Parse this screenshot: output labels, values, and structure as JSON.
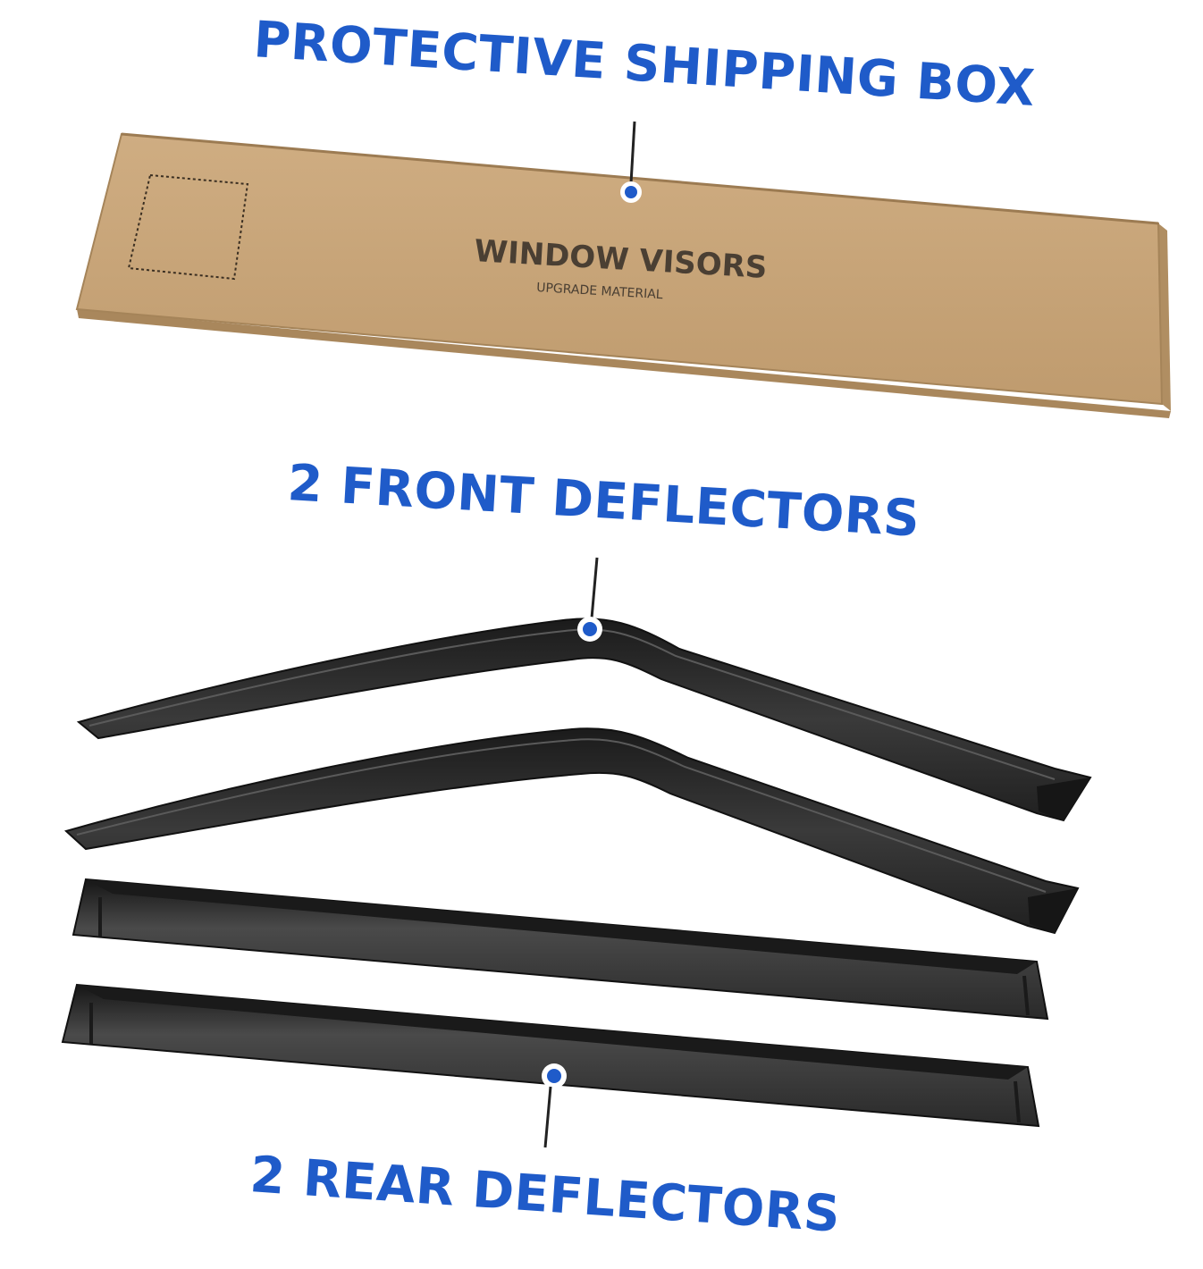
{
  "callouts": {
    "box": "PROTECTIVE SHIPPING BOX",
    "front": "2 FRONT DEFLECTORS",
    "rear": "2 REAR DEFLECTORS"
  },
  "box": {
    "brand": "WINDOW VISORS",
    "subtitle": "UPGRADE MATERIAL"
  },
  "colors": {
    "accent": "#1f5bc9",
    "cardboard": "#c8a57a",
    "visor": "#262626"
  }
}
